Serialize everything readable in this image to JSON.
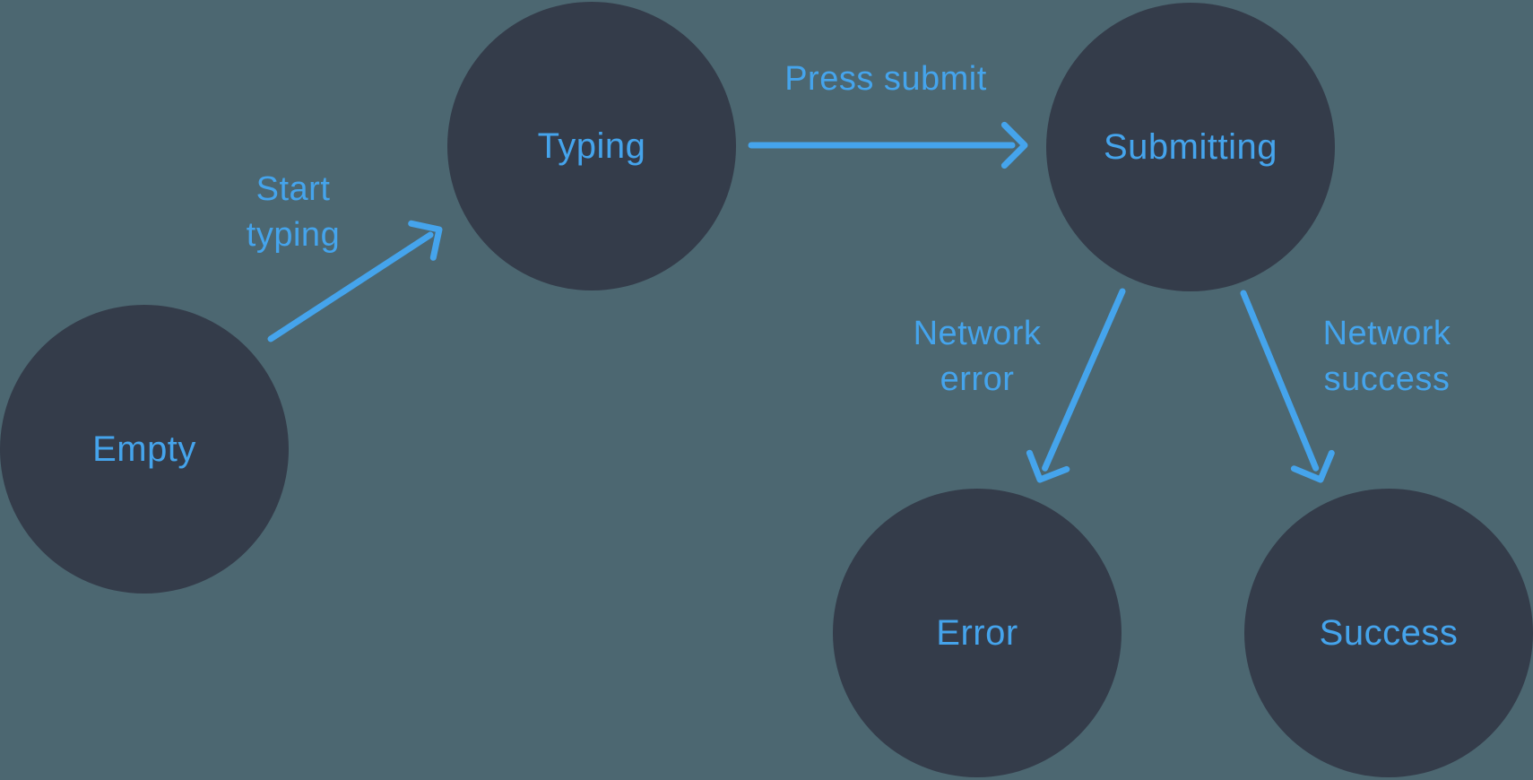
{
  "colors": {
    "background": "#4C6771",
    "node_fill": "#343C4A",
    "accent_blue": "#45A4EC"
  },
  "diagram": {
    "type": "state-machine",
    "nodes": [
      {
        "id": "empty",
        "label": "Empty"
      },
      {
        "id": "typing",
        "label": "Typing"
      },
      {
        "id": "submitting",
        "label": "Submitting"
      },
      {
        "id": "error",
        "label": "Error"
      },
      {
        "id": "success",
        "label": "Success"
      }
    ],
    "edges": [
      {
        "id": "start-typing",
        "label": "Start typing",
        "from": "empty",
        "to": "typing"
      },
      {
        "id": "press-submit",
        "label": "Press submit",
        "from": "typing",
        "to": "submitting"
      },
      {
        "id": "network-error",
        "label": "Network error",
        "from": "submitting",
        "to": "error"
      },
      {
        "id": "network-success",
        "label": "Network success",
        "from": "submitting",
        "to": "success"
      }
    ]
  }
}
